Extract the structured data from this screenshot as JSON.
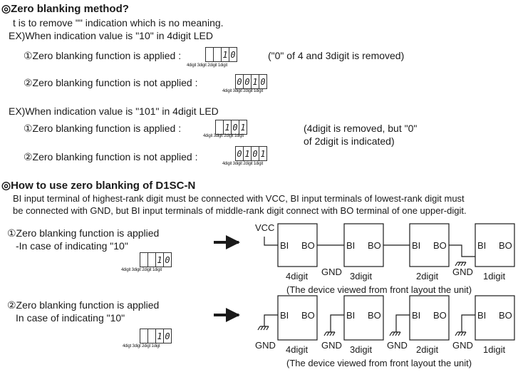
{
  "title1": "◎Zero blanking method?",
  "intro": "t is to remove \"\" indication which is no meaning.",
  "ex1": "EX)When indication value is \"10\" in 4digit LED",
  "ex1_applied": "①Zero blanking function is applied :",
  "ex1_applied_note": "(\"0\" of 4 and 3digit is removed)",
  "ex1_not_applied": "②Zero blanking function is not applied :",
  "digit_labels": "4digit 3digit 2digit 1digit",
  "ex2": "EX)When indication value is \"101\" in 4digit LED",
  "ex2_applied": "①Zero blanking function is applied :",
  "ex2_note1": "(4digit is removed, but \"0\"",
  "ex2_note2": "of 2digit is indicated)",
  "ex2_not_applied": "②Zero blanking function is not applied :",
  "title2": "◎How to use zero blanking of D1SC-N",
  "para1": "BI input terminal of highest-rank digit must be connected with VCC, BI input terminals of lowest-rank digit must",
  "para2": "be connected with GND, but BI input terminals of middle-rank digit connect with BO terminal of one upper-digit.",
  "case1_title": "①Zero blanking function is applied",
  "case1_sub": "-In case of indicating \"10\"",
  "case2_title": "②Zero blanking function is applied",
  "case2_sub": "In case of indicating \"10\"",
  "digit_labels2": "4digt 3digt 2digt 1digt",
  "caption": "(The device viewed from front layout the unit)",
  "pins": {
    "bi": "BI",
    "bo": "BO",
    "vcc": "VCC",
    "gnd": "GND"
  },
  "digits": [
    "4digit",
    "3digit",
    "2digit",
    "1digit"
  ],
  "displays": {
    "d10": [
      "",
      "",
      "1",
      "0"
    ],
    "d101": [
      "",
      "1",
      "0",
      "1"
    ],
    "d0101": [
      "",
      "1",
      "0",
      "1"
    ]
  }
}
